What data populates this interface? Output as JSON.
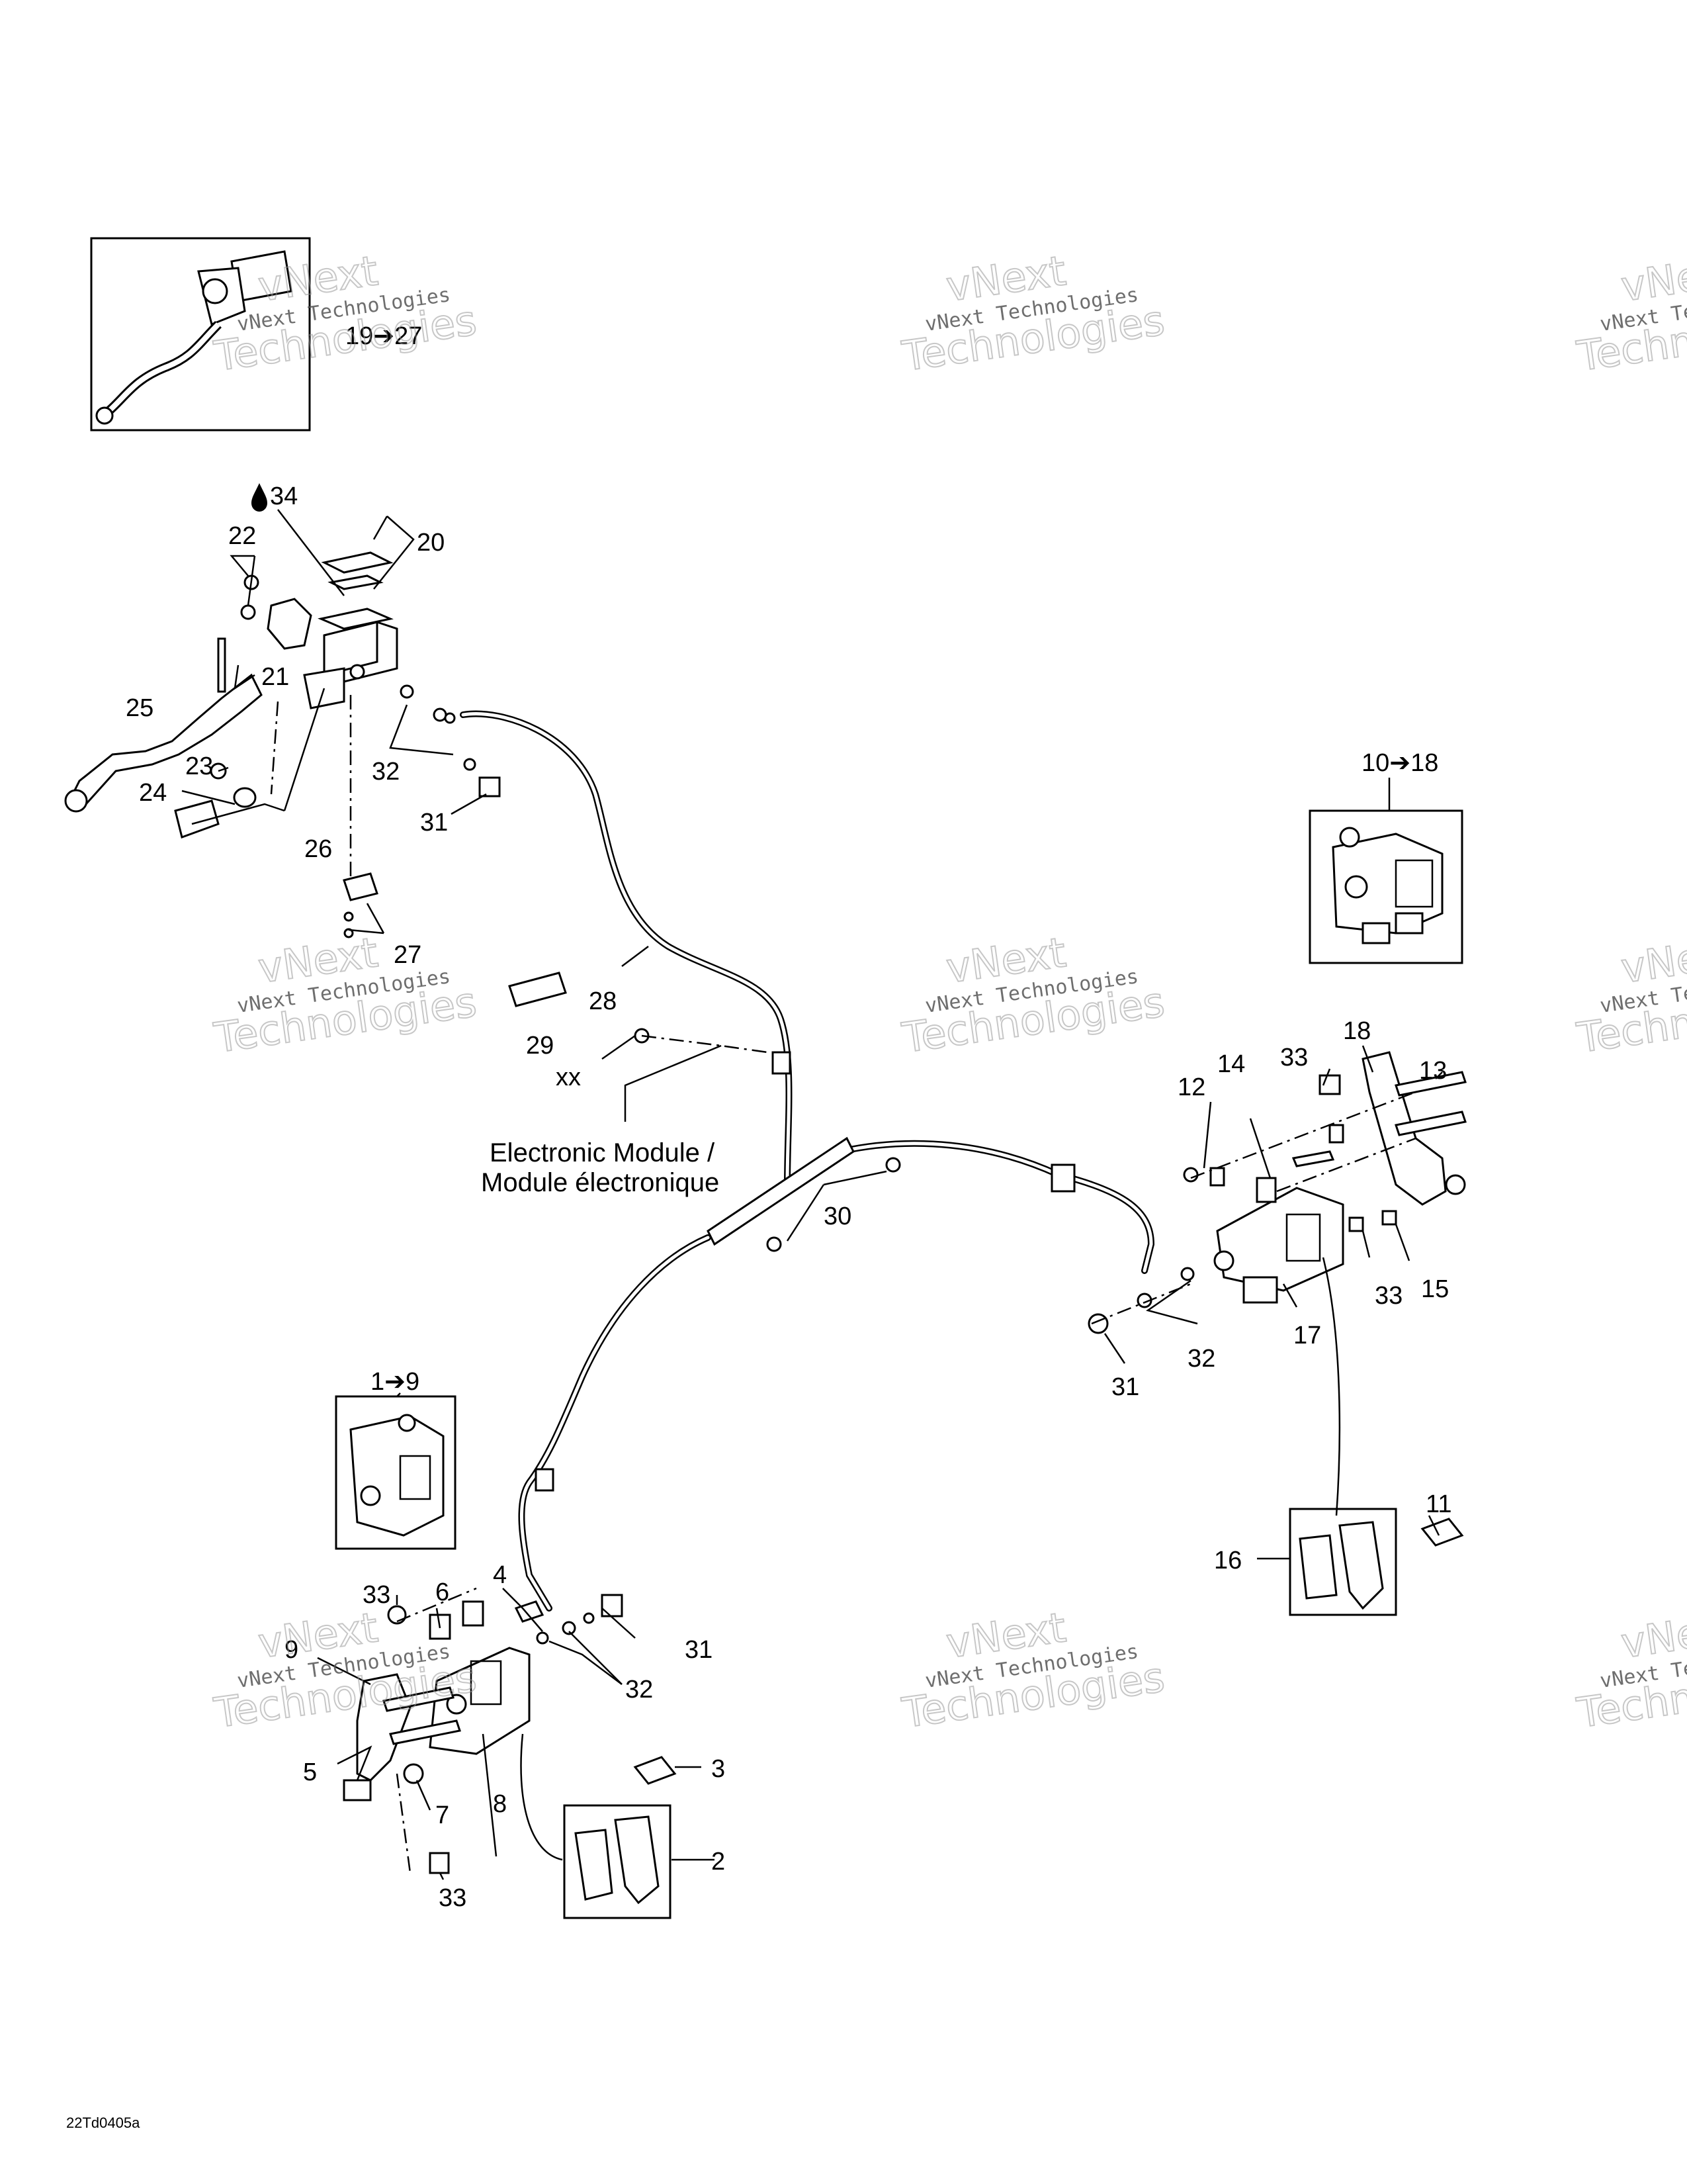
{
  "callouts": {
    "c1": "1➔9",
    "c2": "2",
    "c3": "3",
    "c4": "4",
    "c5": "5",
    "c6": "6",
    "c7": "7",
    "c8": "8",
    "c9": "9",
    "c10": "10➔18",
    "c11": "11",
    "c12": "12",
    "c13": "13",
    "c14": "14",
    "c15": "15",
    "c16": "16",
    "c17": "17",
    "c18": "18",
    "c19": "19➔27",
    "c20": "20",
    "c21": "21",
    "c22": "22",
    "c23": "23",
    "c24": "24",
    "c25": "25",
    "c26": "26",
    "c27": "27",
    "c28": "28",
    "c29": "29",
    "c30": "30",
    "c31": "31",
    "c32": "32",
    "c33": "33",
    "c34": "34",
    "xx": "xx"
  },
  "module_label": {
    "line1": "Electronic Module /",
    "line2": "Module électronique"
  },
  "figure_code": "22Td0405a",
  "watermark": {
    "line1": "vNext Technologies",
    "line2": "vNext",
    "line3": "Technologies"
  }
}
